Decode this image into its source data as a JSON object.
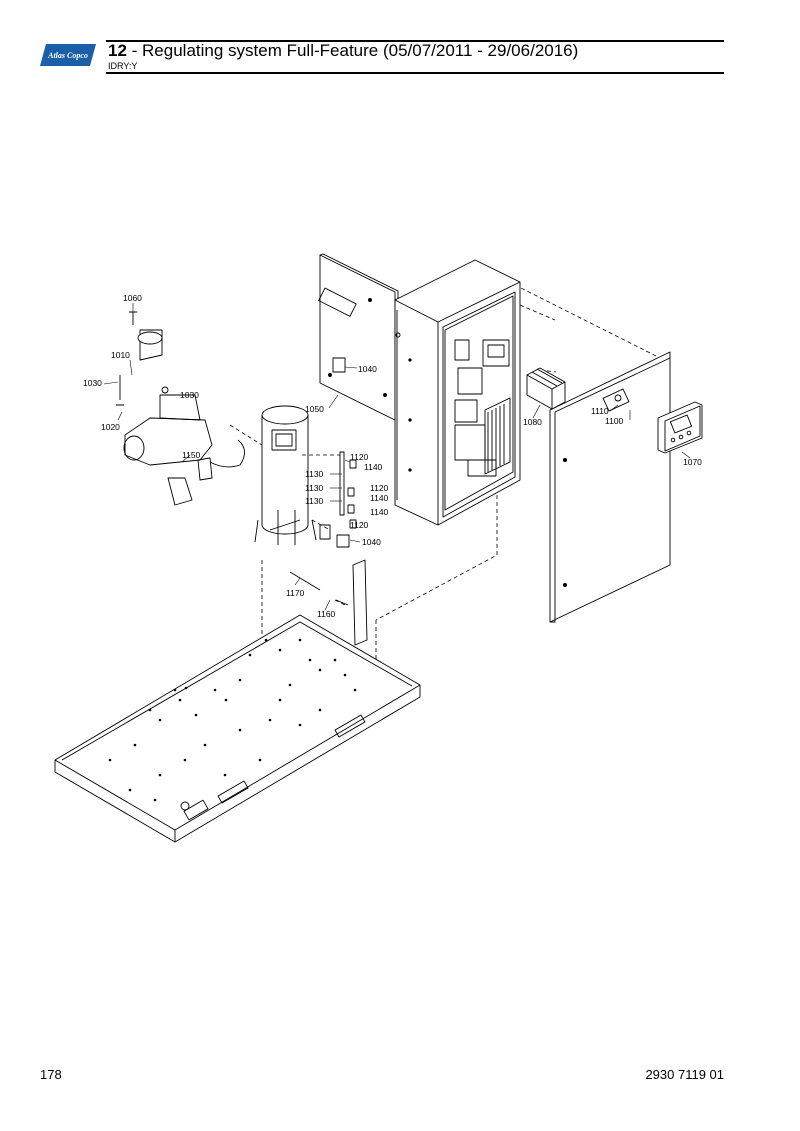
{
  "header": {
    "logo_text": "Atlas Copco",
    "section_number": "12",
    "title_rest": " - Regulating system Full-Feature (05/07/2011 - 29/06/2016)",
    "subtitle": "IDRY:Y"
  },
  "footer": {
    "page_number": "178",
    "document_number": "2930 7119 01"
  },
  "callouts": {
    "c1060": "1060",
    "c1010": "1010",
    "c1030a": "1030",
    "c1030b": "1030",
    "c1020": "1020",
    "c1150": "1150",
    "c1040a": "1040",
    "c1050": "1050",
    "c1120a": "1120",
    "c1140a": "1140",
    "c1130a": "1130",
    "c1130b": "1130",
    "c1120b": "1120",
    "c1130c": "1130",
    "c1140b": "1140",
    "c1140c": "1140",
    "c1120c": "1120",
    "c1040b": "1040",
    "c1170": "1170",
    "c1160": "1160",
    "c1080": "1080",
    "c1110": "1110",
    "c1100": "1100",
    "c1070": "1070"
  },
  "colors": {
    "brand_blue": "#1b5fa8"
  }
}
